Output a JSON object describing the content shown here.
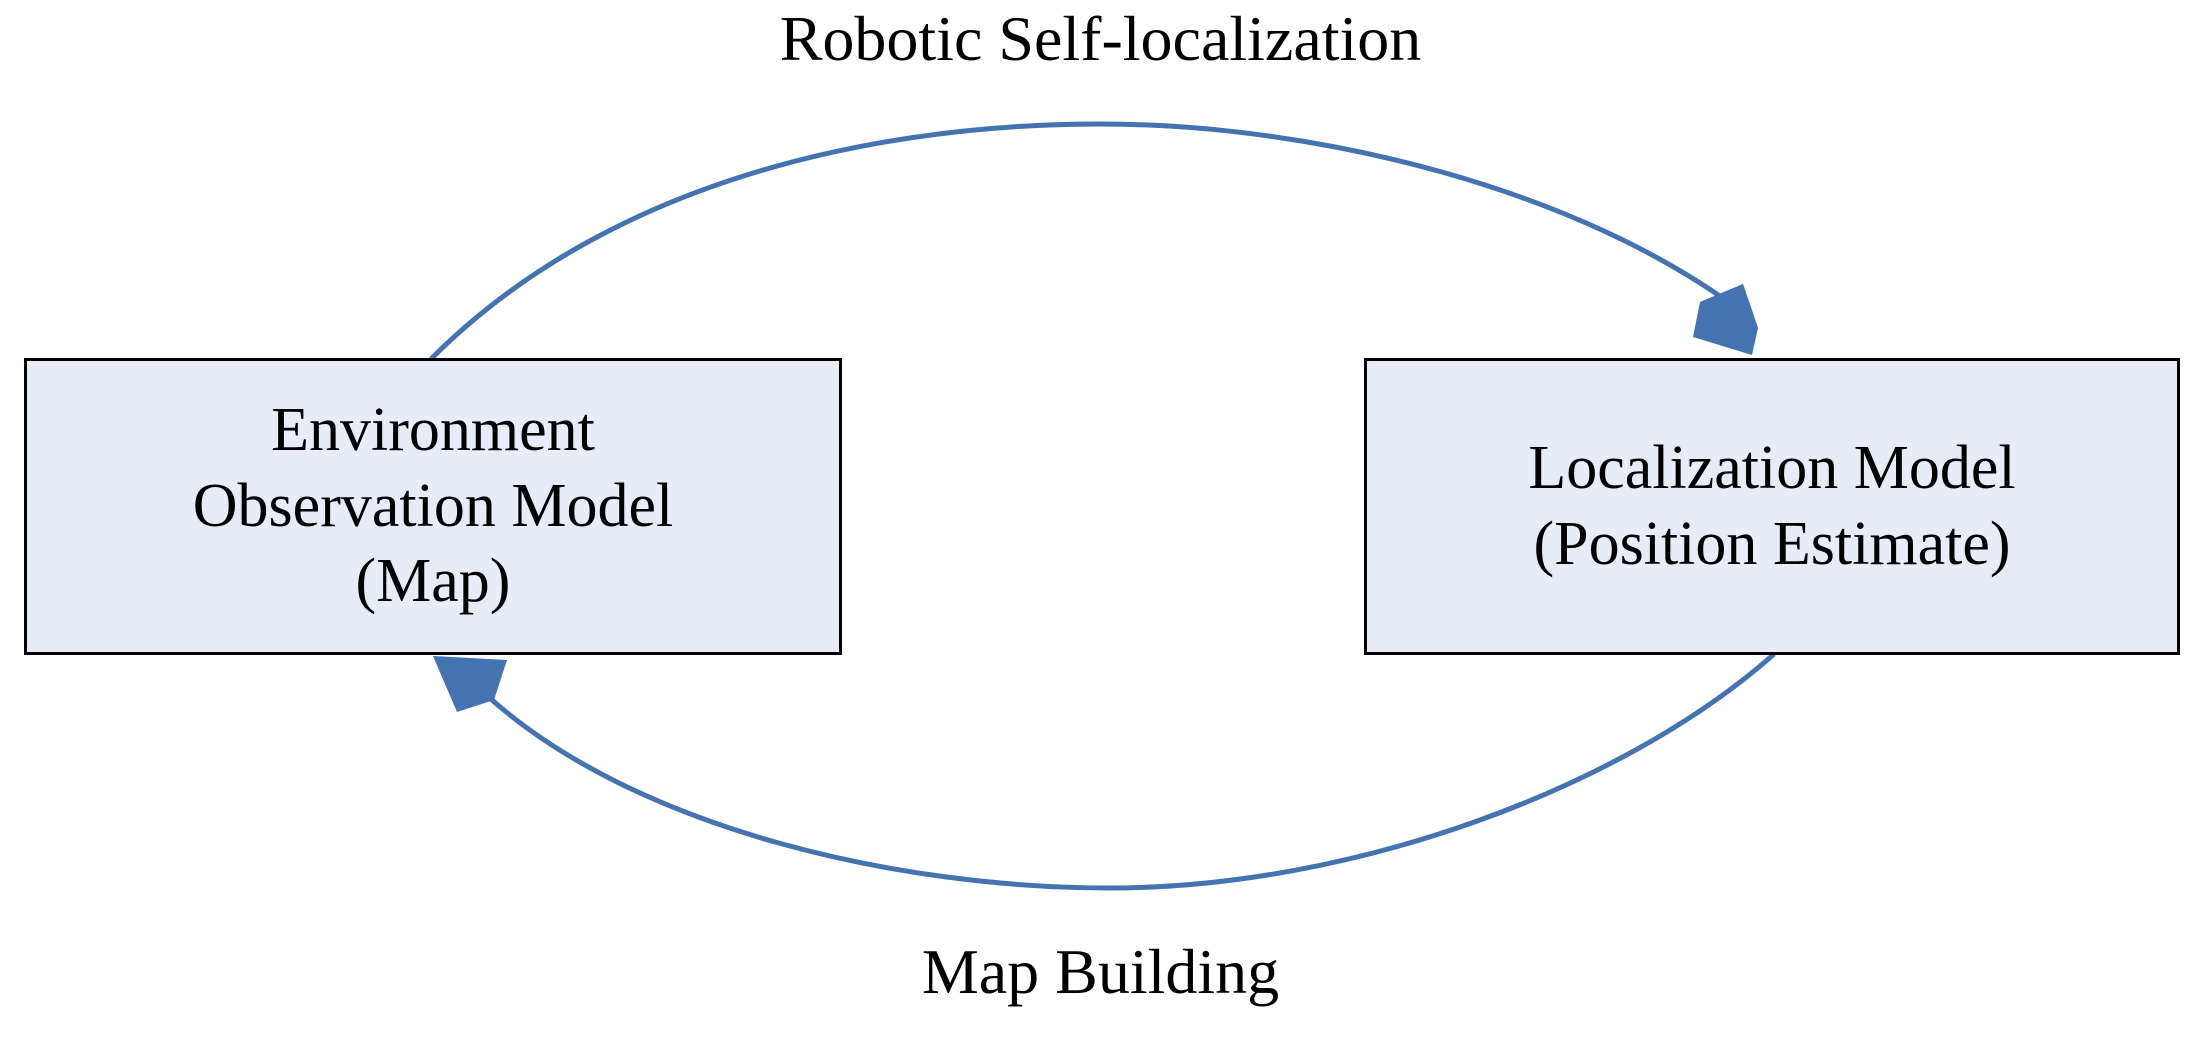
{
  "diagram": {
    "title": "Robotic Self-localization",
    "background_color": "#ffffff",
    "nodes": [
      {
        "id": "environment-observation-model",
        "label": "Environment\nObservation Model\n(Map)",
        "fill_color": "#e7ecf7",
        "border_color": "#000000",
        "text_color": "#000000"
      },
      {
        "id": "localization-model",
        "label": "Localization Model\n(Position Estimate)",
        "fill_color": "#e7ecf7",
        "border_color": "#000000",
        "text_color": "#000000"
      }
    ],
    "edges": [
      {
        "id": "top-arrow",
        "label": "Robotic Self-localization",
        "from": "environment-observation-model",
        "to": "localization-model",
        "color": "#4573b0",
        "direction": "left-to-right",
        "curve": "arc-above"
      },
      {
        "id": "bottom-arrow",
        "label": "Map Building",
        "from": "localization-model",
        "to": "environment-observation-model",
        "color": "#4573b0",
        "direction": "right-to-left",
        "curve": "arc-below"
      }
    ]
  }
}
